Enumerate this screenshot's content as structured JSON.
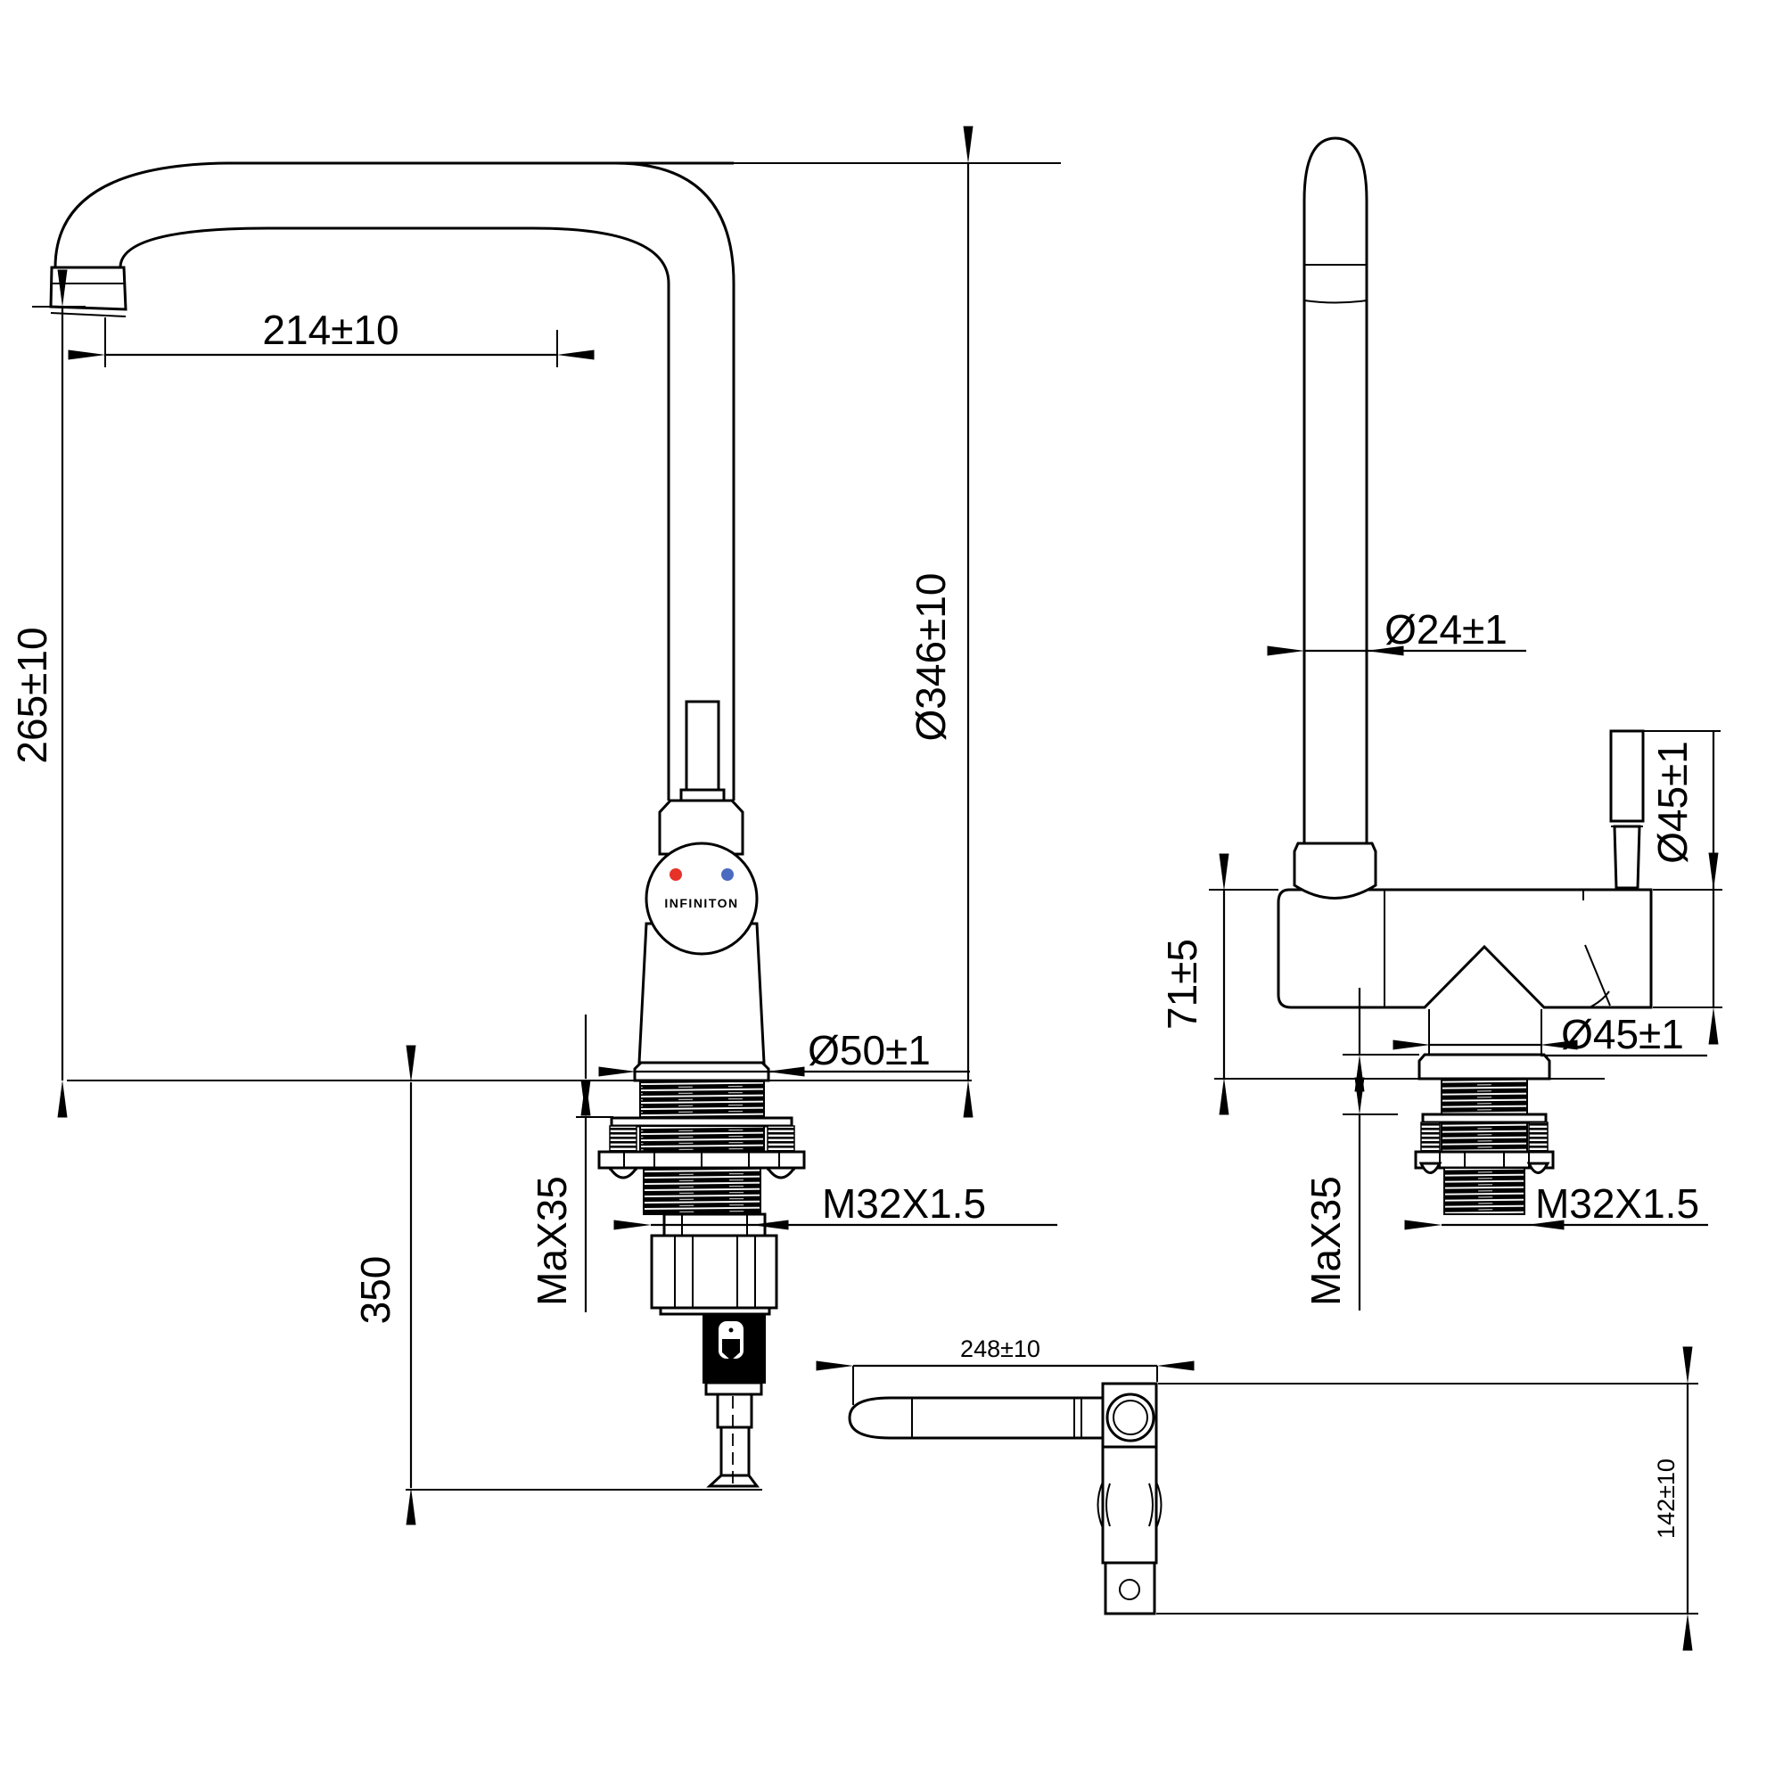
{
  "brand": "INFINITON",
  "front_view": {
    "spout_reach": "214±10",
    "tip_height": "265±10",
    "overall_height": "Ø346±10",
    "base_diameter": "Ø50±1",
    "counter_max": "MaX35",
    "thread": "M32X1.5",
    "hose_length": "350"
  },
  "side_view": {
    "spout_diameter": "Ø24±1",
    "body_height": "71±5",
    "handle_diameter": "Ø45±1",
    "body_diameter": "Ø45±1",
    "counter_max": "MaX35",
    "thread": "M32X1.5"
  },
  "top_view": {
    "handle_reach": "248±10",
    "depth": "142±10"
  },
  "colors": {
    "hot": "#e63229",
    "cold": "#4a6bbf",
    "line": "#000000",
    "background": "#ffffff"
  }
}
